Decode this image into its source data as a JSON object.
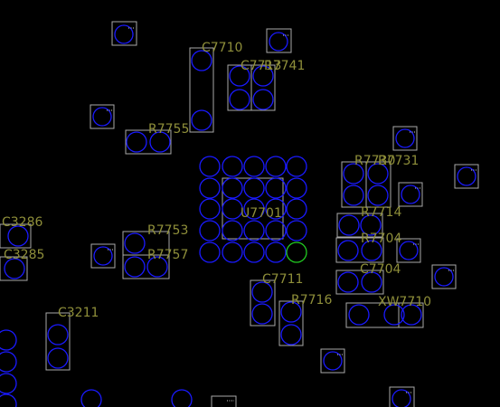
{
  "colors": {
    "background": "#000000",
    "pad": "#1a1aff",
    "selected_pad": "#22cc22",
    "outline": "#a9a9a9",
    "label": "#8f8f3a"
  },
  "labels": {
    "c7710": "C7710",
    "c7713": "C7713",
    "r7741": "R7741",
    "r7755": "R7755",
    "r7730": "R7730",
    "r7731": "R7731",
    "u7701": "U7701",
    "r7714": "R7714",
    "c3286": "C3286",
    "c3285": "C3285",
    "r7753": "R7753",
    "r7757": "R7757",
    "r7704": "R7704",
    "c7704": "C7704",
    "c7711": "C7711",
    "r7716": "R7716",
    "xw7710": "XW7710",
    "c3211": "C3211"
  }
}
